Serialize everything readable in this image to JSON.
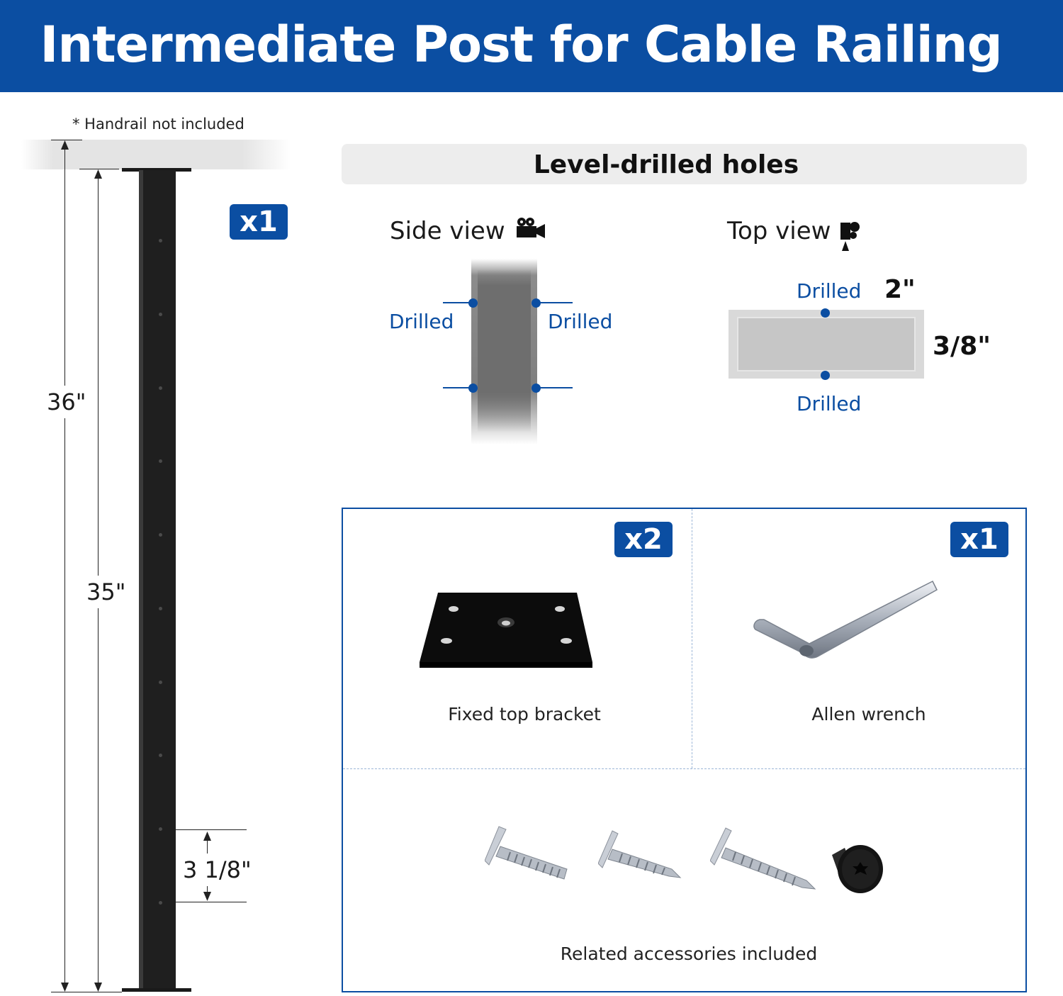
{
  "header": {
    "title": "Intermediate Post for Cable Railing"
  },
  "post": {
    "note": "* Handrail not included",
    "quantity": "x1",
    "dim_total": "36\"",
    "dim_post": "35\"",
    "dim_spacing": "3 1/8\""
  },
  "holes": {
    "title": "Level-drilled holes",
    "side_view": {
      "title": "Side view",
      "icon": "camera-icon",
      "left_label": "Drilled",
      "right_label": "Drilled"
    },
    "top_view": {
      "title": "Top view",
      "icon": "camera-top-icon",
      "top_label": "Drilled",
      "bottom_label": "Drilled",
      "width": "2\"",
      "depth": "3/8\""
    }
  },
  "accessories": {
    "bracket": {
      "quantity": "x2",
      "label": "Fixed top bracket"
    },
    "wrench": {
      "quantity": "x1",
      "label": "Allen wrench"
    },
    "screws": {
      "label": "Related accessories included"
    }
  },
  "colors": {
    "brand_blue": "#0b4ea2",
    "post": "#1f1f1f"
  }
}
